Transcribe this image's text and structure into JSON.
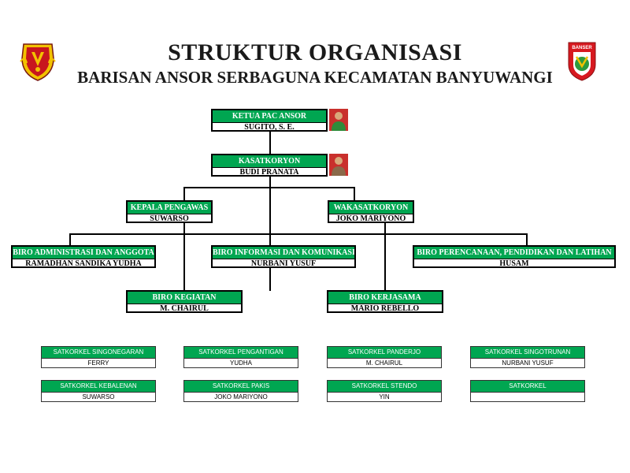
{
  "header": {
    "title": "STRUKTUR ORGANISASI",
    "subtitle": "BARISAN ANSOR SERBAGUNA KECAMATAN BANYUWANGI"
  },
  "logos": {
    "left": "pramuka-emblem",
    "right": "banser-emblem",
    "right_text": "BANSER"
  },
  "org": {
    "ketua": {
      "title": "KETUA PAC ANSOR",
      "name": "SUGITO, S. E."
    },
    "kasatkoryon": {
      "title": "KASATKORYON",
      "name": "BUDI PRANATA"
    },
    "kepala_pengawas": {
      "title": "KEPALA PENGAWAS",
      "name": "SUWARSO"
    },
    "wakasatkoryon": {
      "title": "WAKASATKORYON",
      "name": "JOKO MARIYONO"
    },
    "biro_admin": {
      "title": "BIRO ADMINISTRASI DAN ANGGOTA",
      "name": "RAMADHAN SANDIKA YUDHA"
    },
    "biro_infokom": {
      "title": "BIRO INFORMASI DAN KOMUNIKASI",
      "name": "NURBANI YUSUF"
    },
    "biro_perencanaan": {
      "title": "BIRO PERENCANAAN, PENDIDIKAN DAN LATIHAN",
      "name": "HUSAM"
    },
    "biro_kegiatan": {
      "title": "BIRO KEGIATAN",
      "name": "M. CHAIRUL"
    },
    "biro_kerjasama": {
      "title": "BIRO KERJASAMA",
      "name": "MARIO REBELLO"
    }
  },
  "satkorkel": [
    {
      "title": "SATKORKEL SINGONEGARAN",
      "name": "FERRY"
    },
    {
      "title": "SATKORKEL PENGANTIGAN",
      "name": "YUDHA"
    },
    {
      "title": "SATKORKEL PANDERJO",
      "name": "M. CHAIRUL"
    },
    {
      "title": "SATKORKEL SINGOTRUNAN",
      "name": "NURBANI YUSUF"
    },
    {
      "title": "SATKORKEL KEBALENAN",
      "name": "SUWARSO"
    },
    {
      "title": "SATKORKEL PAKIS",
      "name": "JOKO MARIYONO"
    },
    {
      "title": "SATKORKEL STENDO",
      "name": "YIN"
    },
    {
      "title": "SATKORKEL",
      "name": ""
    }
  ],
  "colors": {
    "header_green": "#00a651",
    "logo_red": "#d71920",
    "logo_gold": "#f2c200"
  }
}
